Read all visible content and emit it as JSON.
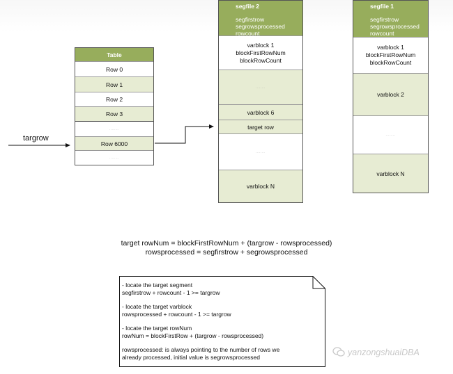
{
  "table": {
    "title": "Table",
    "rows": [
      "Row 0",
      "Row 1",
      "Row 2",
      "Row 3",
      "........",
      "Row 6000",
      "........"
    ]
  },
  "targrow_label": "targrow",
  "segfile2": {
    "title": "segfile 2",
    "fields": [
      "segfirstrow",
      "segrowsprocessed",
      "rowcount"
    ],
    "blocks": [
      "varblock 1\nblockFirstRowNum\nblockRowCount",
      "........",
      "varblock 6",
      "target row",
      "........",
      "varblock N"
    ]
  },
  "segfile1": {
    "title": "segfile 1",
    "fields": [
      "segfirstrow",
      "segrowsprocessed",
      "rowcount"
    ],
    "blocks": [
      "varblock 1\nblockFirstRowNum\nblockRowCount",
      "varblock 2",
      "........",
      "varblock N"
    ]
  },
  "formulas": {
    "line1": "target rowNum = blockFirstRowNum + (targrow - rowsprocessed)",
    "line2": "rowsprocessed = segfirstrow + segrowsprocessed"
  },
  "note": {
    "items": [
      "- locate the target segment\n segfirstrow + rowcount - 1 >= targrow",
      "- locate the target varblock\n rowsprocessed + rowcount - 1 >= targrow",
      "- locate the target rowNum\n rowNum = blockFirstRow + (targrow - rowsprocessed)",
      "rowsprocessed: is always pointing to the number of rows we\nalready processed, initial value is segrowsprocessed"
    ]
  },
  "watermark": "yanzongshuaiDBA"
}
